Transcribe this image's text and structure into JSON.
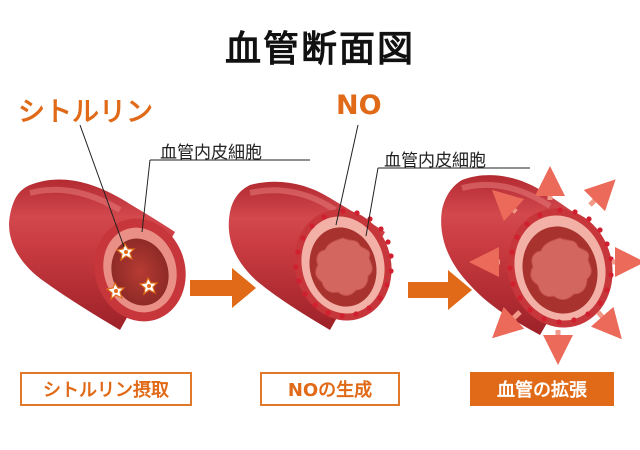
{
  "title": "血管断面図",
  "labels": {
    "citrulline": "シトルリン",
    "no": "NO",
    "endothelium_1": "血管内皮細胞",
    "endothelium_2": "血管内皮細胞"
  },
  "captions": {
    "step1": "シトルリン摂取",
    "step2": "NOの生成",
    "step3": "血管の拡張"
  },
  "colors": {
    "accent": "#e06a17",
    "vessel": "#c7363a",
    "lumen": "#a8332e",
    "inner": "#e98f86"
  }
}
